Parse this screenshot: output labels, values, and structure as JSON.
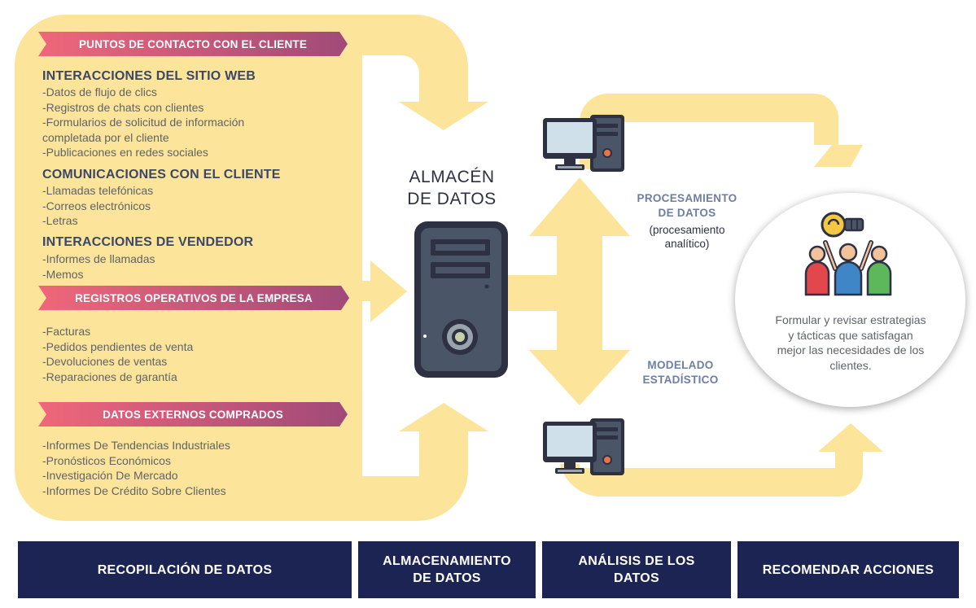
{
  "banners": {
    "touchpoints": "PUNTOS DE CONTACTO CON EL CLIENTE",
    "operational": "REGISTROS OPERATIVOS DE LA EMPRESA",
    "external": "DATOS EXTERNOS COMPRADOS"
  },
  "sections": {
    "web": {
      "title": "INTERACCIONES DEL SITIO WEB",
      "items": [
        "-Datos de flujo de clics",
        "-Registros de chats con clientes",
        "-Formularios de solicitud de información completada por el cliente",
        "-Publicaciones en redes sociales"
      ]
    },
    "communications": {
      "title": "COMUNICACIONES CON EL CLIENTE",
      "items": [
        "-Llamadas telefónicas",
        "-Correos electrónicos",
        "-Letras"
      ]
    },
    "vendor": {
      "title": "INTERACCIONES DE VENDEDOR",
      "items": [
        "-Informes de llamadas",
        "-Memos"
      ]
    },
    "operational": {
      "items": [
        "-Facturas",
        "-Pedidos pendientes de venta",
        "-Devoluciones de ventas",
        "-Reparaciones de garantía"
      ]
    },
    "external": {
      "items": [
        "-Informes De Tendencias Industriales",
        "-Pronósticos Económicos",
        "-Investigación De Mercado",
        "-Informes De Crédito Sobre Clientes"
      ]
    }
  },
  "warehouse": {
    "line1": "ALMACÉN",
    "line2": "DE DATOS"
  },
  "processing": {
    "title1": "PROCESAMIENTO",
    "title2": "DE DATOS",
    "sub1": "(procesamiento",
    "sub2": "analítico)"
  },
  "modeling": {
    "title1": "MODELADO",
    "title2": "ESTADÍSTICO"
  },
  "recommendation": {
    "lines": [
      "Formular y revisar estrategias",
      "y tácticas que satisfagan",
      "mejor las necesidades de los",
      "clientes."
    ]
  },
  "stages": {
    "collect": "RECOPILACIÓN DE DATOS",
    "store1": "ALMACENAMIENTO",
    "store2": "DE DATOS",
    "analyze1": "ANÁLISIS DE LOS",
    "analyze2": "DATOS",
    "recommend": "RECOMENDAR ACCIONES"
  },
  "colors": {
    "flow_yellow": "#fce59a",
    "banner_gradient": [
      "#f0677a",
      "#a04a79"
    ],
    "stage_navy": "#1b2452",
    "heading_slate": "#3b4766",
    "label_blue": "#6d7fa1",
    "server_body": "#4a5668",
    "monitor_screen": "#cfe0ea",
    "people": [
      "#e2474c",
      "#3f86c7",
      "#5db85c"
    ]
  },
  "icons": [
    "server-tower-icon",
    "desktop-computer-icon",
    "team-idea-icon"
  ]
}
